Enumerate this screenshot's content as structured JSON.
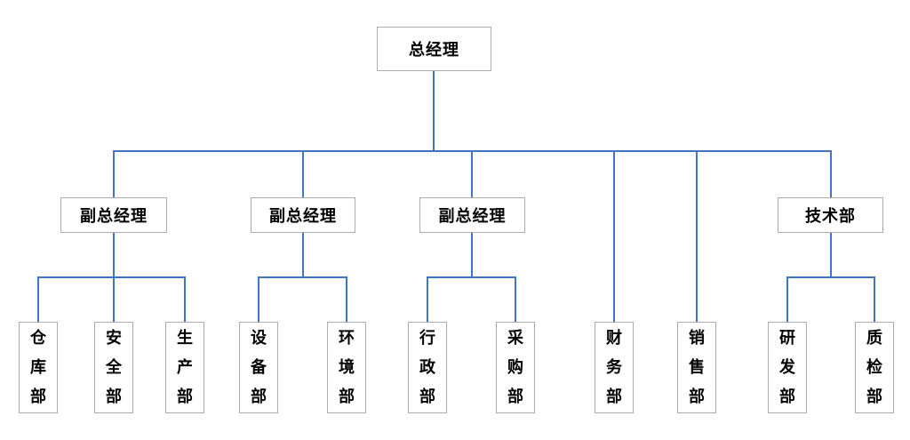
{
  "diagram": {
    "title": "organization-chart",
    "root": {
      "label": "总经理"
    },
    "managers": [
      {
        "label": "副总经理"
      },
      {
        "label": "副总经理"
      },
      {
        "label": "副总经理"
      },
      {
        "label": "技术部"
      }
    ],
    "departments": [
      {
        "label": "仓库部",
        "parent": "副总经理-1"
      },
      {
        "label": "安全部",
        "parent": "副总经理-1"
      },
      {
        "label": "生产部",
        "parent": "副总经理-1"
      },
      {
        "label": "设备部",
        "parent": "副总经理-2"
      },
      {
        "label": "环境部",
        "parent": "副总经理-2"
      },
      {
        "label": "行政部",
        "parent": "副总经理-3"
      },
      {
        "label": "采购部",
        "parent": "副总经理-3"
      },
      {
        "label": "财务部",
        "parent": "总经理"
      },
      {
        "label": "销售部",
        "parent": "总经理"
      },
      {
        "label": "研发部",
        "parent": "技术部"
      },
      {
        "label": "质检部",
        "parent": "技术部"
      }
    ],
    "colors": {
      "connector": "#4176BD",
      "box_border": "#ACACAC",
      "text": "#000000",
      "background": "#FFFFFF"
    }
  }
}
